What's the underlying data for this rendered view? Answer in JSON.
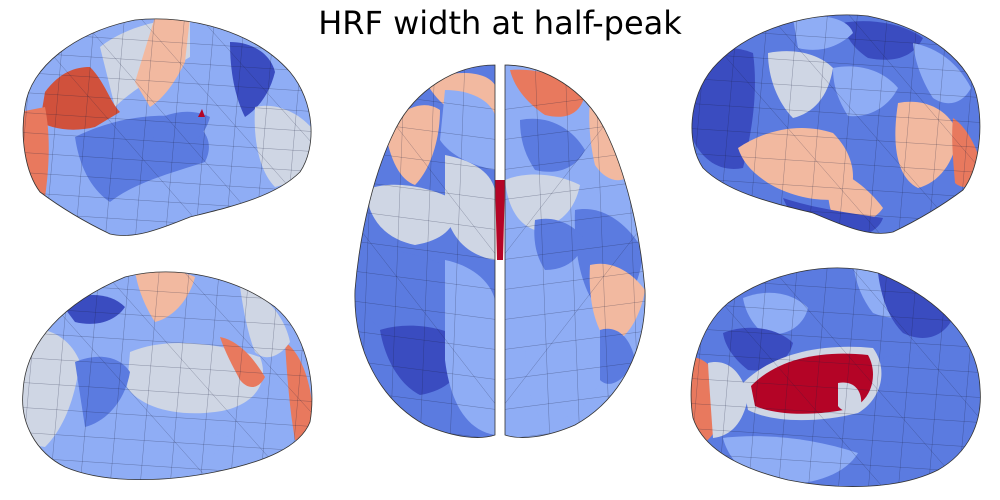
{
  "figure": {
    "title": "HRF width at half-peak"
  },
  "colors": {
    "background": "#ffffff",
    "dark_blue": "#3a4cc0",
    "mid_blue": "#5b7be0",
    "light_blue": "#8fadf5",
    "pale_gray": "#cfd6e4",
    "peach": "#f2b9a0",
    "salmon": "#e8795e",
    "red": "#b40426",
    "mesh_line": "#1e2240"
  },
  "views": [
    {
      "name": "left-lateral"
    },
    {
      "name": "left-medial"
    },
    {
      "name": "dorsal"
    },
    {
      "name": "right-lateral"
    },
    {
      "name": "right-medial"
    }
  ]
}
